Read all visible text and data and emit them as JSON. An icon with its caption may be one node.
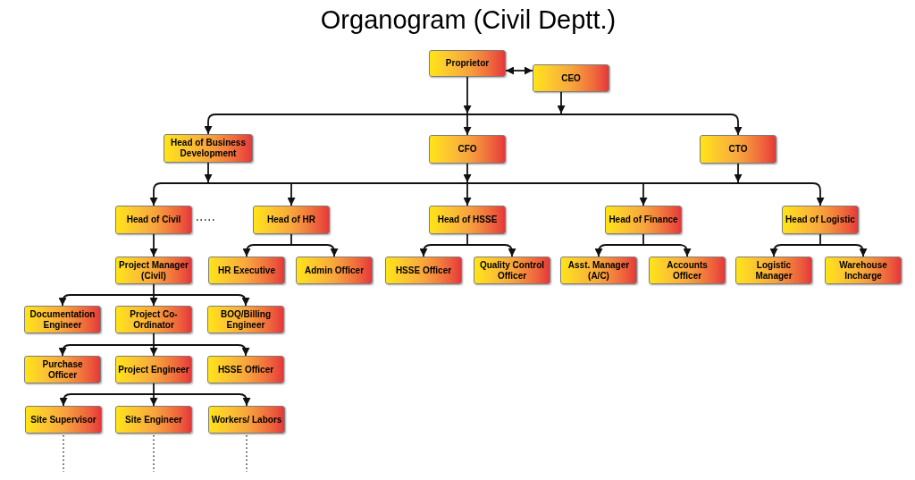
{
  "diagram": {
    "title": "Organogram (Civil Deptt.)",
    "nodes": [
      {
        "text": [
          "Proprietor"
        ]
      },
      {
        "text": [
          "CEO"
        ]
      },
      {
        "text": [
          "Head of Business Development"
        ]
      },
      {
        "text": [
          "CFO"
        ]
      },
      {
        "text": [
          "CTO"
        ]
      },
      {
        "text": [
          "Head of Civil"
        ]
      },
      {
        "text": [
          "Head of HR"
        ]
      },
      {
        "text": [
          "Head of HSSE"
        ]
      },
      {
        "text": [
          "Head of Finance"
        ]
      },
      {
        "text": [
          "Head of Logistic"
        ]
      },
      {
        "text": [
          "Project Manager (Civil)"
        ]
      },
      {
        "text": [
          "HR Executive"
        ]
      },
      {
        "text": [
          "Admin Officer"
        ]
      },
      {
        "text": [
          "HSSE Officer"
        ]
      },
      {
        "text": [
          "Quality Control Officer"
        ]
      },
      {
        "text": [
          "Asst. Manager (A/C)"
        ]
      },
      {
        "text": [
          "Accounts Officer"
        ]
      },
      {
        "text": [
          "Logistic Manager"
        ]
      },
      {
        "text": [
          "Warehouse Incharge"
        ]
      },
      {
        "text": [
          "Documentation Engineer"
        ]
      },
      {
        "text": [
          "Project Co-Ordinator"
        ]
      },
      {
        "text": [
          "BOQ/Billing Engineer"
        ]
      },
      {
        "text": [
          "Purchase Officer"
        ]
      },
      {
        "text": [
          "Project Engineer"
        ]
      },
      {
        "text": [
          "HSSE Officer"
        ]
      },
      {
        "text": [
          "Site Supervisor"
        ]
      },
      {
        "text": [
          "Site Engineer"
        ]
      },
      {
        "text": [
          "Workers/ Labors"
        ]
      }
    ],
    "edges": [
      {
        "from": 0,
        "to": 1,
        "arrow": "both"
      },
      {
        "from": 0,
        "to": 2,
        "arrow": "to"
      },
      {
        "from": 0,
        "to": 3,
        "arrow": "to"
      },
      {
        "from": 0,
        "to": 4,
        "arrow": "to"
      },
      {
        "from": 1,
        "to": 2,
        "arrow": "to"
      },
      {
        "from": 1,
        "to": 3,
        "arrow": "to"
      },
      {
        "from": 1,
        "to": 4,
        "arrow": "to"
      },
      {
        "from": 2,
        "to": 5,
        "arrow": "to"
      },
      {
        "from": 2,
        "to": 6,
        "arrow": "to"
      },
      {
        "from": 2,
        "to": 7,
        "arrow": "to"
      },
      {
        "from": 2,
        "to": 8,
        "arrow": "to"
      },
      {
        "from": 2,
        "to": 9,
        "arrow": "to"
      },
      {
        "from": 3,
        "to": 5,
        "arrow": "to"
      },
      {
        "from": 3,
        "to": 6,
        "arrow": "to"
      },
      {
        "from": 3,
        "to": 7,
        "arrow": "to"
      },
      {
        "from": 3,
        "to": 8,
        "arrow": "to"
      },
      {
        "from": 3,
        "to": 9,
        "arrow": "to"
      },
      {
        "from": 4,
        "to": 5,
        "arrow": "to"
      },
      {
        "from": 4,
        "to": 6,
        "arrow": "to"
      },
      {
        "from": 4,
        "to": 7,
        "arrow": "to"
      },
      {
        "from": 4,
        "to": 8,
        "arrow": "to"
      },
      {
        "from": 4,
        "to": 9,
        "arrow": "to"
      },
      {
        "from": 5,
        "to": 10,
        "arrow": "to"
      },
      {
        "from": 5,
        "to": null,
        "arrow": "none",
        "style": "dashed"
      },
      {
        "from": 6,
        "to": 11,
        "arrow": "to"
      },
      {
        "from": 6,
        "to": 12,
        "arrow": "to"
      },
      {
        "from": 7,
        "to": 13,
        "arrow": "to"
      },
      {
        "from": 7,
        "to": 14,
        "arrow": "to"
      },
      {
        "from": 8,
        "to": 15,
        "arrow": "to"
      },
      {
        "from": 8,
        "to": 16,
        "arrow": "to"
      },
      {
        "from": 9,
        "to": 17,
        "arrow": "to"
      },
      {
        "from": 9,
        "to": 18,
        "arrow": "to"
      },
      {
        "from": 10,
        "to": 19,
        "arrow": "to"
      },
      {
        "from": 10,
        "to": 20,
        "arrow": "to"
      },
      {
        "from": 10,
        "to": 21,
        "arrow": "to"
      },
      {
        "from": 20,
        "to": 22,
        "arrow": "to"
      },
      {
        "from": 20,
        "to": 23,
        "arrow": "to"
      },
      {
        "from": 20,
        "to": 24,
        "arrow": "to"
      },
      {
        "from": 23,
        "to": 25,
        "arrow": "to"
      },
      {
        "from": 23,
        "to": 26,
        "arrow": "to"
      },
      {
        "from": 23,
        "to": 27,
        "arrow": "to"
      },
      {
        "from": 25,
        "to": null,
        "arrow": "none",
        "style": "dashed"
      },
      {
        "from": 26,
        "to": null,
        "arrow": "none",
        "style": "dashed"
      },
      {
        "from": 27,
        "to": null,
        "arrow": "none",
        "style": "dashed"
      }
    ]
  }
}
